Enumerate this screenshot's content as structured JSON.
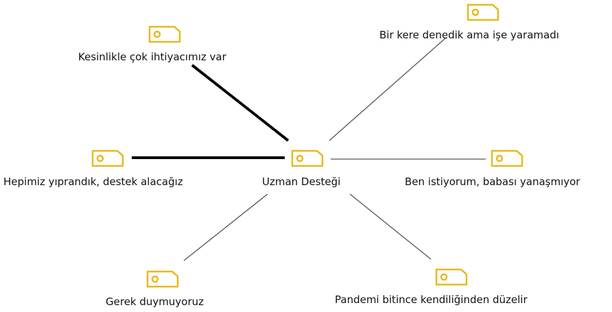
{
  "diagram": {
    "center": {
      "label": "Uzman Desteği"
    },
    "nodes": [
      {
        "label": "Kesinlikle çok ihtiyacımız var",
        "edge": "strong"
      },
      {
        "label": "Bir kere denedik ama işe yaramadı",
        "edge": "thin"
      },
      {
        "label": "Hepimiz yıprandık, destek alacağız",
        "edge": "strong"
      },
      {
        "label": "Ben istiyorum, babası yanaşmıyor",
        "edge": "thin"
      },
      {
        "label": "Gerek duymuyoruz",
        "edge": "thin"
      },
      {
        "label": "Pandemi bitince kendiliğinden düzelir",
        "edge": "thin"
      }
    ],
    "icon": "tag-icon",
    "colors": {
      "icon": "#E8B820",
      "strong_edge": "#000000",
      "thin_edge": "#555555",
      "text": "#111111"
    }
  }
}
